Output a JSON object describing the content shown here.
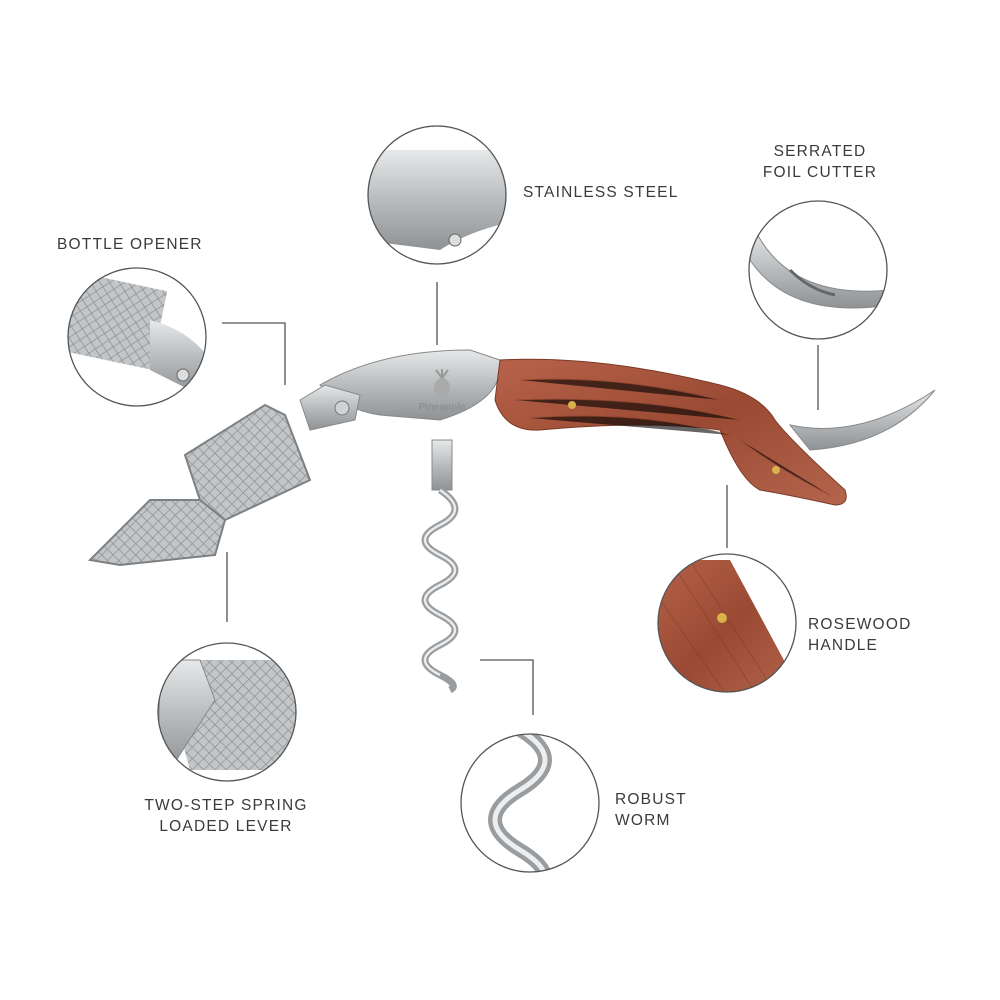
{
  "brand_logo": "Pineapple",
  "features": [
    {
      "id": "bottle-opener",
      "lines": [
        "BOTTLE OPENER"
      ]
    },
    {
      "id": "stainless-steel",
      "lines": [
        "STAINLESS STEEL"
      ]
    },
    {
      "id": "foil-cutter",
      "lines": [
        "SERRATED",
        "FOIL CUTTER"
      ]
    },
    {
      "id": "rosewood-handle",
      "lines": [
        "ROSEWOOD",
        "HANDLE"
      ]
    },
    {
      "id": "robust-worm",
      "lines": [
        "ROBUST",
        "WORM"
      ]
    },
    {
      "id": "spring-lever",
      "lines": [
        "TWO-STEP SPRING",
        "LOADED LEVER"
      ]
    }
  ],
  "colors": {
    "wood": "#a4533a",
    "steel": "#c9cbcc",
    "line": "#555555",
    "text": "#3a3a3a"
  }
}
